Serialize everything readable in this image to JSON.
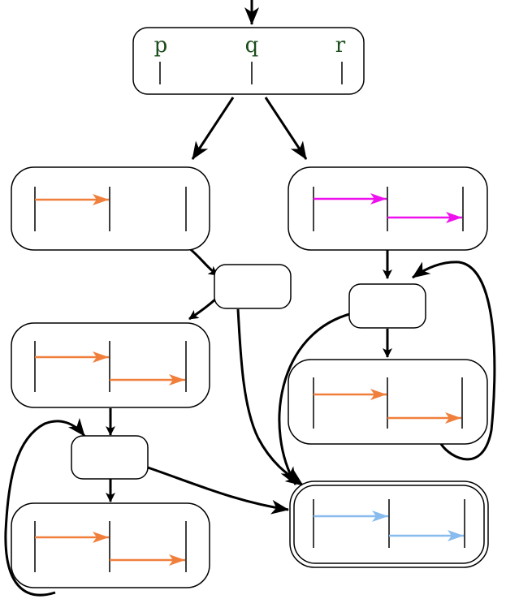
{
  "processes": [
    "p",
    "q",
    "r"
  ],
  "colors": {
    "stroke": "#000000",
    "label": "#1b4d1b",
    "orange": "#f07f3c",
    "magenta": "#ee11ee",
    "blue": "#88bbee"
  },
  "states": [
    {
      "id": "initial",
      "messages": []
    },
    {
      "id": "a",
      "messages": [
        {
          "from": "p",
          "to": "q",
          "color": "orange"
        }
      ]
    },
    {
      "id": "b",
      "messages": [
        {
          "from": "p",
          "to": "q",
          "color": "magenta"
        },
        {
          "from": "q",
          "to": "r",
          "color": "magenta"
        }
      ]
    },
    {
      "id": "c",
      "messages": [
        {
          "from": "p",
          "to": "q",
          "color": "orange"
        },
        {
          "from": "q",
          "to": "r",
          "color": "orange"
        }
      ]
    },
    {
      "id": "d",
      "messages": [
        {
          "from": "p",
          "to": "q",
          "color": "orange"
        },
        {
          "from": "q",
          "to": "r",
          "color": "orange"
        }
      ]
    },
    {
      "id": "e",
      "messages": [
        {
          "from": "p",
          "to": "q",
          "color": "orange"
        },
        {
          "from": "q",
          "to": "r",
          "color": "orange"
        }
      ]
    },
    {
      "id": "final",
      "accepting": true,
      "messages": [
        {
          "from": "p",
          "to": "q",
          "color": "blue"
        },
        {
          "from": "q",
          "to": "r",
          "color": "blue"
        }
      ]
    }
  ],
  "choices": [
    "j1",
    "j2",
    "j3"
  ]
}
